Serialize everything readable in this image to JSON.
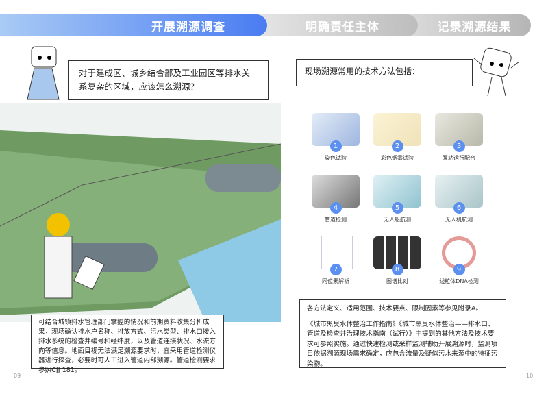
{
  "tabs": [
    "开展溯源调查",
    "明确责任主体",
    "记录溯源结果"
  ],
  "left": {
    "question": "对于建成区、城乡结合部及工业园区等排水关系复杂的区域，应该怎么溯源？",
    "body": "可结合城镇排水管理部门掌握的情况和前期资料收集分析成果，现场确认排水户名称、排放方式、污水类型、排水口接入排水系统的检查井编号和经纬度，以及管道连接状况、水流方向等信息。地面目视无法满足溯源要求时，宜采用管道检测仪器进行探查，必要时可人工进入管道内部溯源。管道检测要求参照CJJ 181。",
    "page": "09"
  },
  "right": {
    "heading": "现场溯源常用的技术方法包括：",
    "methods": [
      {
        "n": "1",
        "label": "染色试验"
      },
      {
        "n": "2",
        "label": "彩色烟雾试验"
      },
      {
        "n": "3",
        "label": "泵站运行配合"
      },
      {
        "n": "4",
        "label": "管道检测"
      },
      {
        "n": "5",
        "label": "无人船航测"
      },
      {
        "n": "6",
        "label": "无人机航测"
      },
      {
        "n": "7",
        "label": "同位素解析"
      },
      {
        "n": "8",
        "label": "图谱比对"
      },
      {
        "n": "9",
        "label": "线粒体DNA检测"
      }
    ],
    "note1": "各方法定义、适用范围、技术要点、限制因素等参见附录A。",
    "note2": "《城市黑臭水体整治工作指南》《城市黑臭水体整治——排水口、管道及检查井治理技术指南（试行）》中提到的其他方法及技术要求可参照实施。通过快速检测或采样监测辅助开展溯源时，监测项目依据溯源现场需求确定，应包含流量及疑似污水来源中的特征污染物。",
    "page": "10"
  }
}
